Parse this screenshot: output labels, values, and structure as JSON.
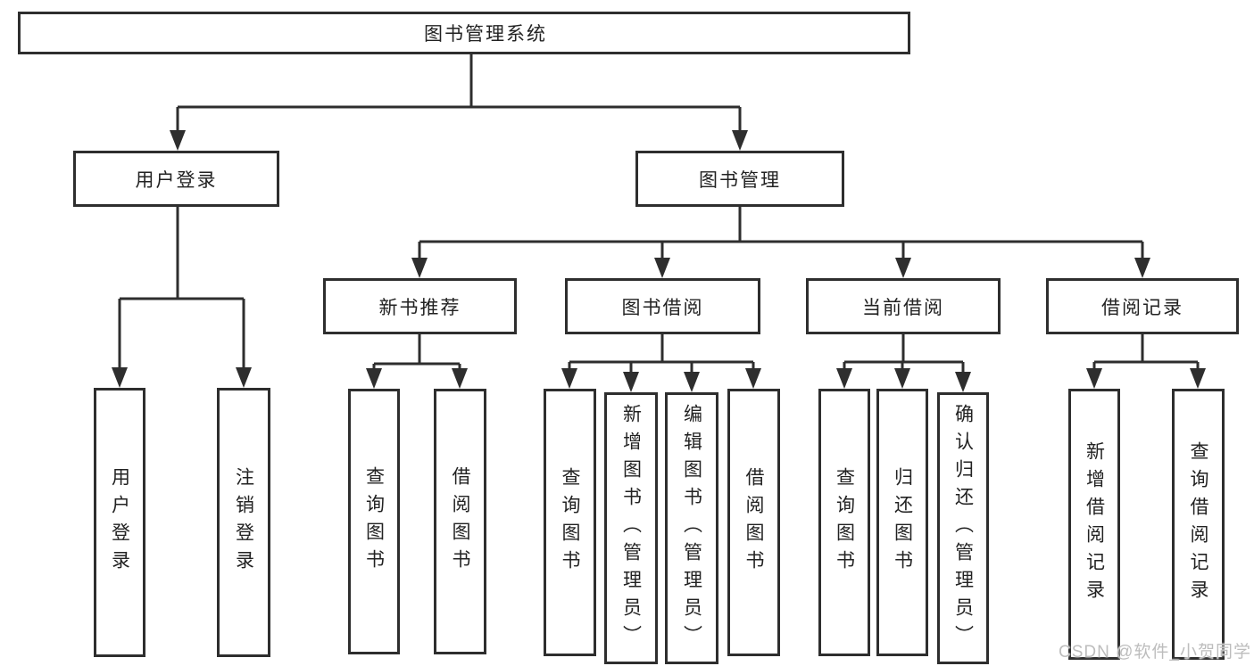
{
  "watermark": "CSDN @软件_小贺同学",
  "tree": {
    "root": "图书管理系统",
    "user_login": {
      "label": "用户登录",
      "children": [
        "用户登录",
        "注销登录"
      ]
    },
    "book_management": {
      "label": "图书管理",
      "sections": [
        {
          "label": "新书推荐",
          "children": [
            "查询图书",
            "借阅图书"
          ]
        },
        {
          "label": "图书借阅",
          "children": [
            "查询图书",
            "新增图书（管理员）",
            "编辑图书（管理员）",
            "借阅图书"
          ]
        },
        {
          "label": "当前借阅",
          "children": [
            "查询图书",
            "归还图书",
            "确认归还（管理员）"
          ]
        },
        {
          "label": "借阅记录",
          "children": [
            "新增借阅记录",
            "查询借阅记录"
          ]
        }
      ]
    }
  }
}
